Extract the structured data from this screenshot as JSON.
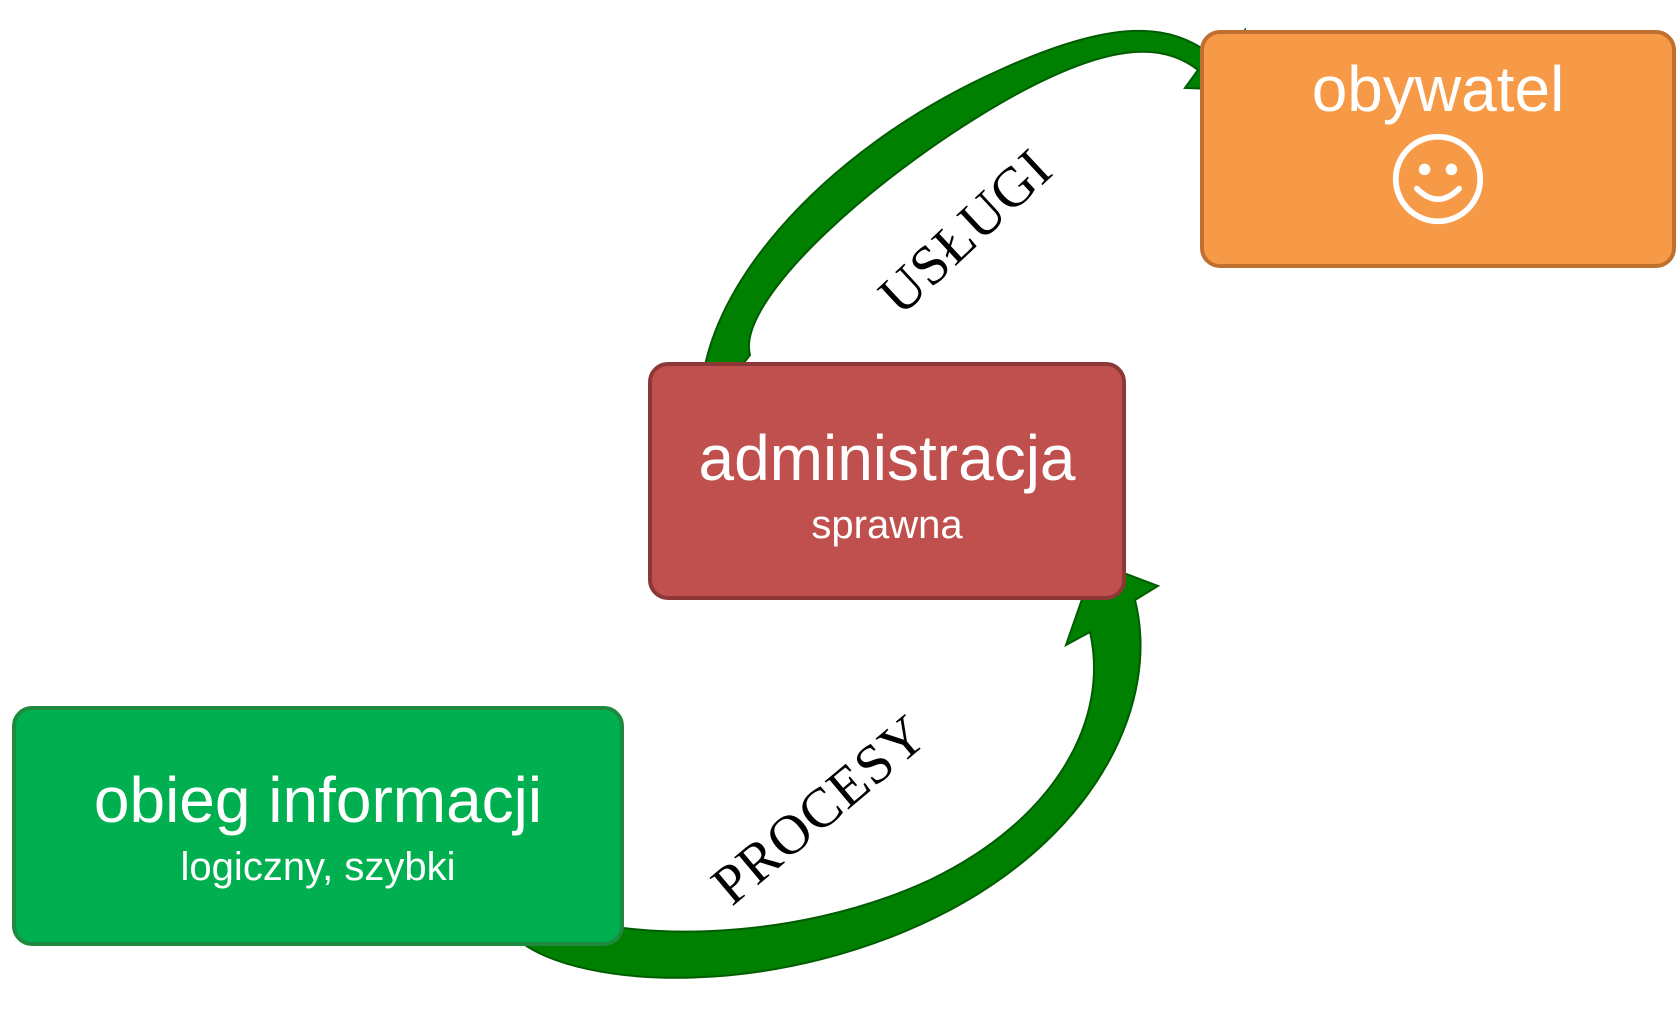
{
  "nodes": {
    "obywatel": {
      "title": "obywatel",
      "icon": "smiley-face-icon",
      "fill": "#f79a47",
      "border": "#c0702e"
    },
    "administracja": {
      "title": "administracja",
      "subtitle": "sprawna",
      "fill": "#c0504d",
      "border": "#8c3836"
    },
    "obieg": {
      "title": "obieg informacji",
      "subtitle": "logiczny, szybki",
      "fill": "#00b050",
      "border": "#1d8a3e"
    }
  },
  "edges": {
    "uslugi": {
      "label": "USŁUGI",
      "from": "administracja",
      "to": "obywatel"
    },
    "procesy": {
      "label": "PROCESY",
      "from": "obieg informacji",
      "to": "administracja"
    }
  },
  "colors": {
    "arrow_fill": "#008000",
    "arrow_edge": "#005c00"
  }
}
